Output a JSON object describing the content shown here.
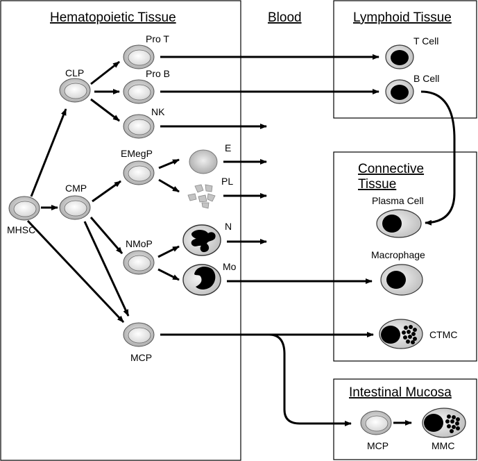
{
  "regions": {
    "hematopoietic": "Hematopoietic Tissue",
    "blood": "Blood",
    "lymphoid": "Lymphoid Tissue",
    "connective_line1": "Connective",
    "connective_line2": "Tissue",
    "intestinal": "Intestinal Mucosa"
  },
  "cells": {
    "mhsc": "MHSC",
    "clp": "CLP",
    "cmp": "CMP",
    "pro_t": "Pro T",
    "pro_b": "Pro B",
    "nk": "NK",
    "emegp": "EMegP",
    "nmop": "NMoP",
    "mcp": "MCP",
    "e": "E",
    "pl": "PL",
    "n": "N",
    "mo": "Mo",
    "t_cell": "T Cell",
    "b_cell": "B Cell",
    "plasma_cell": "Plasma Cell",
    "macrophage": "Macrophage",
    "ctmc": "CTMC",
    "mcp_intestinal": "MCP",
    "mmc": "MMC"
  },
  "colors": {
    "line": "#000000",
    "cell_fill": "#c8c8c8",
    "cell_outline": "#555555",
    "nucleus": "#000000",
    "mature_fill": "#d0d0d0"
  }
}
